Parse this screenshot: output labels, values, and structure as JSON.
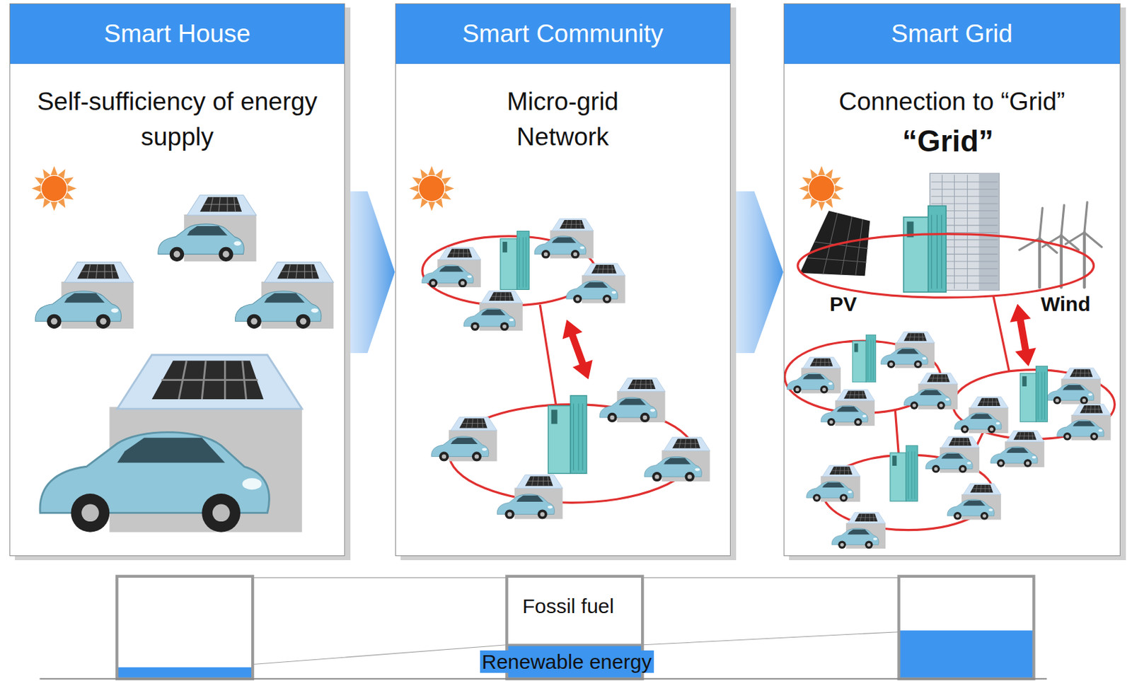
{
  "diagram": {
    "nodes": [
      {
        "text": [
          "Smart House",
          "Self-sufficiency of energy supply"
        ]
      },
      {
        "text": [
          "Smart Community",
          "Micro-grid Network"
        ]
      },
      {
        "text": [
          "Smart Grid",
          "Connection to “Grid”"
        ]
      }
    ],
    "edges": [
      {
        "from": 0,
        "to": 1,
        "arrow": "to"
      },
      {
        "from": 1,
        "to": 2,
        "arrow": "to"
      }
    ],
    "labels": [
      "“Grid”",
      "PV",
      "Wind",
      "Fossil fuel",
      "Renewable energy"
    ]
  }
}
